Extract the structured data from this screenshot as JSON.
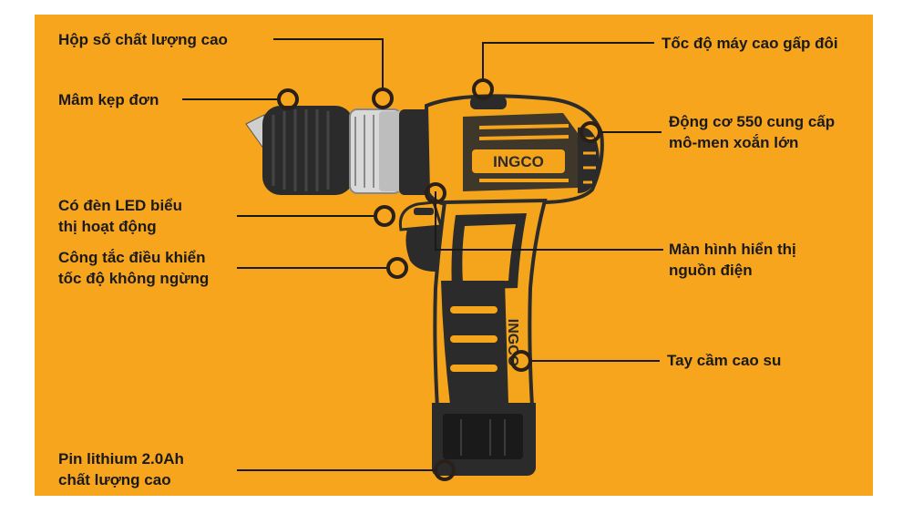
{
  "brand": "INGCO",
  "labels": {
    "gearbox": "Hộp số chất lượng cao",
    "chuck": "Mâm kẹp đơn",
    "led_line1": "Có đèn LED biểu",
    "led_line2": "thị hoạt động",
    "switch_line1": "Công tắc điều khiển",
    "switch_line2": "tốc độ không ngừng",
    "battery_line1": "Pin lithium 2.0Ah",
    "battery_line2": "chất lượng cao",
    "speed": "Tốc độ máy cao gấp đôi",
    "motor_line1": "Động cơ 550 cung cấp",
    "motor_line2": "mô-men xoắn lớn",
    "display_line1": "Màn hình hiển thị",
    "display_line2": "nguồn điện",
    "grip": "Tay cầm cao su"
  },
  "colors": {
    "background": "#F7A51C",
    "drill_body": "#F5A51B",
    "dark": "#2b2b2b",
    "marker": "#2a2018"
  }
}
